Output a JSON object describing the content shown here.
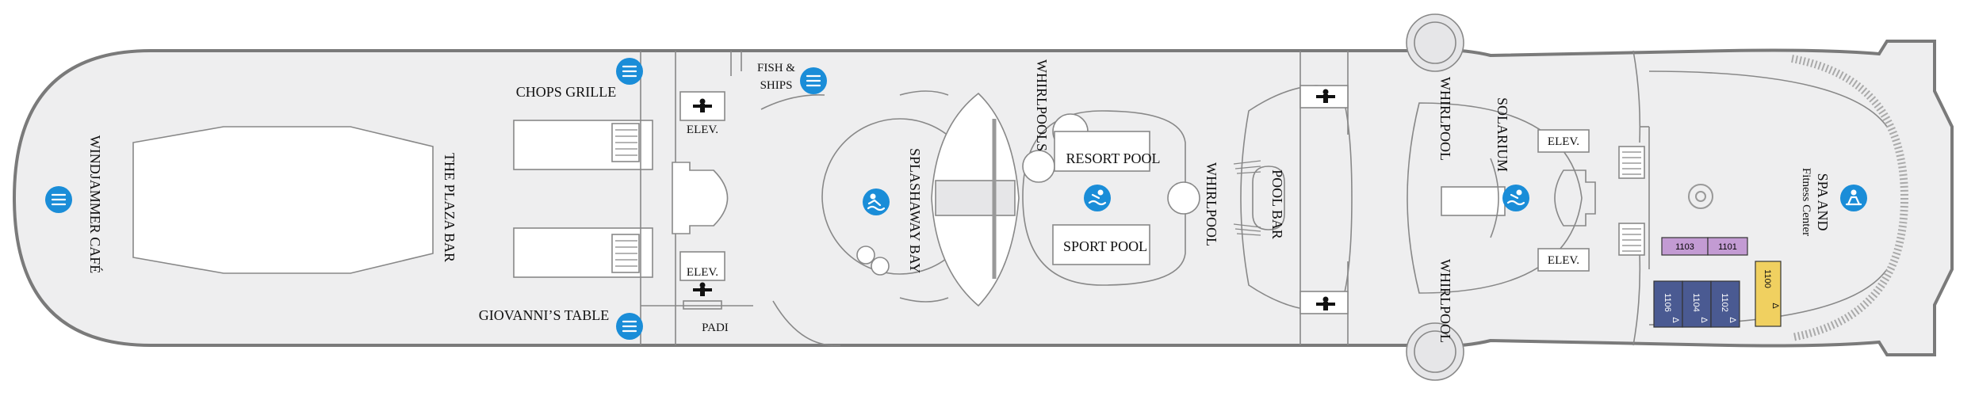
{
  "labels": {
    "windjammer": "WINDJAMMER CAFÉ",
    "plaza_bar": "THE PLAZA BAR",
    "chops": "CHOPS GRILLE",
    "giovanni": "GIOVANNI’S TABLE",
    "elev": "ELEV.",
    "padi": "PADI",
    "fish_1": "FISH &",
    "fish_2": "SHIPS",
    "splashaway": "SPLASHAWAY BAY",
    "whirlpools": "WHIRLPOOLS",
    "resort_pool": "RESORT POOL",
    "sport_pool": "SPORT POOL",
    "whirlpool": "WHIRLPOOL",
    "pool_bar": "POOL BAR",
    "solarium": "SOLARIUM",
    "spa_1": "SPA AND",
    "spa_2": "Fitness Center"
  },
  "cabins": [
    {
      "number": "1103",
      "color": "#c39bd3"
    },
    {
      "number": "1101",
      "color": "#c39bd3"
    },
    {
      "number": "1106",
      "color": "#4a5a92"
    },
    {
      "number": "1104",
      "color": "#4a5a92"
    },
    {
      "number": "1102",
      "color": "#4a5a92"
    },
    {
      "number": "1100",
      "color": "#f0d060"
    }
  ],
  "accessible_mark": "Δ",
  "colors": {
    "icon": "#1a8dd8",
    "hull_fill": "#eeeeef",
    "hull_stroke": "#7a7a7a"
  }
}
